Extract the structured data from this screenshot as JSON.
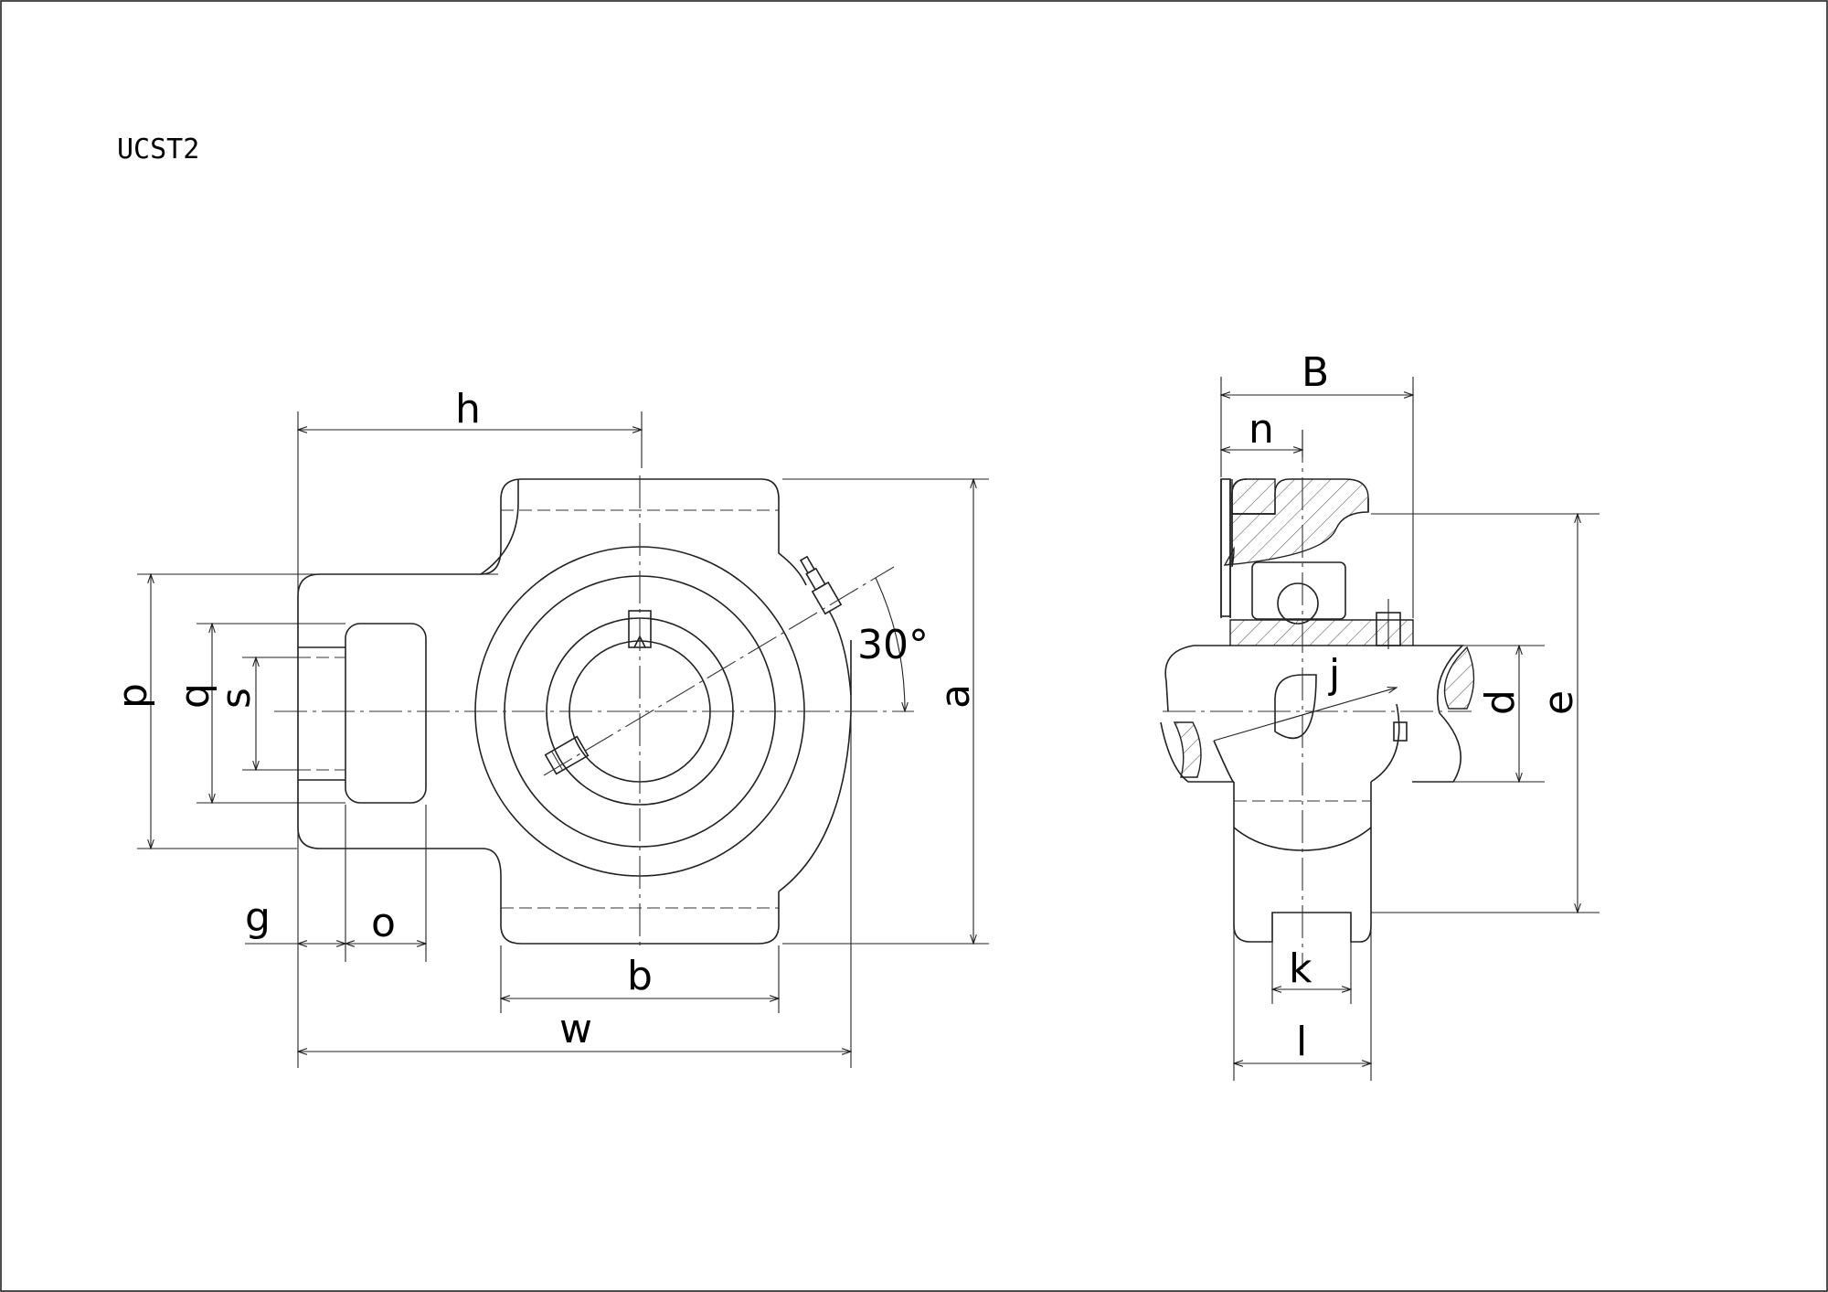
{
  "title": "UCST2",
  "angle_label": "30°",
  "labels": {
    "h": "h",
    "p": "p",
    "q": "q",
    "s": "s",
    "a": "a",
    "g": "g",
    "o": "o",
    "b": "b",
    "w": "w",
    "B": "B",
    "n": "n",
    "j": "j",
    "d": "d",
    "e": "e",
    "k": "k",
    "l": "l"
  }
}
